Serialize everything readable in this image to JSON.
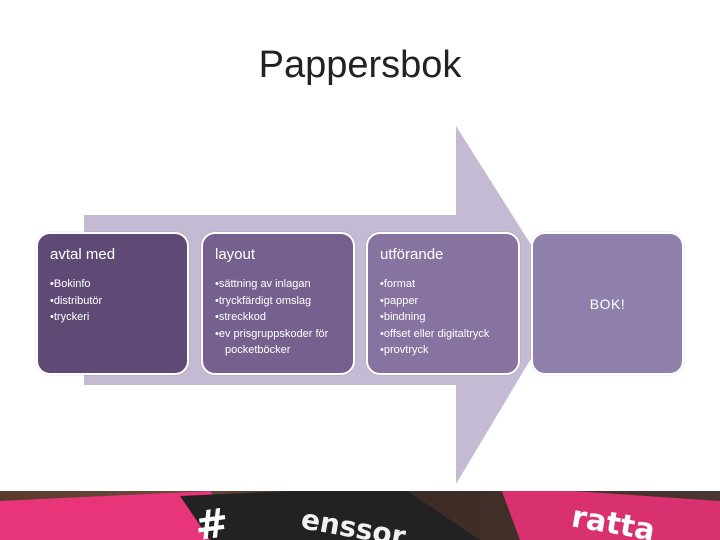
{
  "title": "Pappersbok",
  "steps": [
    {
      "heading": "avtal med",
      "items": [
        "Bokinfo",
        "distributör",
        "tryckeri"
      ]
    },
    {
      "heading": "layout",
      "items": [
        "sättning av inlagan",
        "tryckfärdigt omslag",
        "streckkod",
        "ev prisgruppskoder för pocketböcker"
      ]
    },
    {
      "heading": "utförande",
      "items": [
        "format",
        "papper",
        "bindning",
        "offset eller digitaltryck",
        "provtryck"
      ]
    }
  ],
  "final_step": "BOK!",
  "photo_text": {
    "left": "#",
    "middle": "enssor",
    "right": "ratta"
  },
  "colors": {
    "arrow": "#c4bad3",
    "card_1": "#5f4a75",
    "card_2": "#76608e",
    "card_3": "#86739f",
    "card_4": "#8e80aa",
    "photo_accent": "#e8357a"
  }
}
